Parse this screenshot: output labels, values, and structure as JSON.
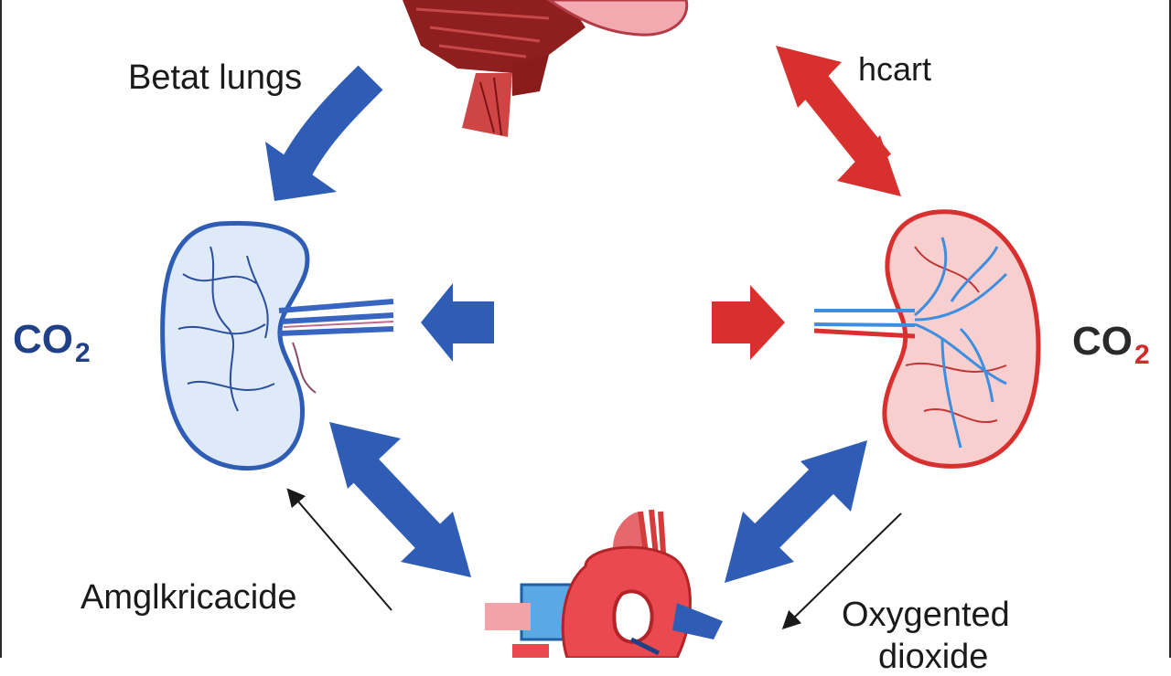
{
  "labels": {
    "top_left": "Betat lungs",
    "top_right": "hcart",
    "bottom_left": "Amglkricacide",
    "bottom_right_line1": "Oxygented",
    "bottom_right_line2": "dioxide"
  },
  "co2_left": {
    "main": "CO",
    "sub": "2",
    "color": "#1f3f86",
    "sub_color": "#1f3f86"
  },
  "co2_right": {
    "main": "CO",
    "sub": "2",
    "color": "#2a2a2a",
    "sub_color": "#d42a2a"
  },
  "colors": {
    "blue": "#2f5db5",
    "red": "#d8302f",
    "ink": "#1a1a1a"
  }
}
